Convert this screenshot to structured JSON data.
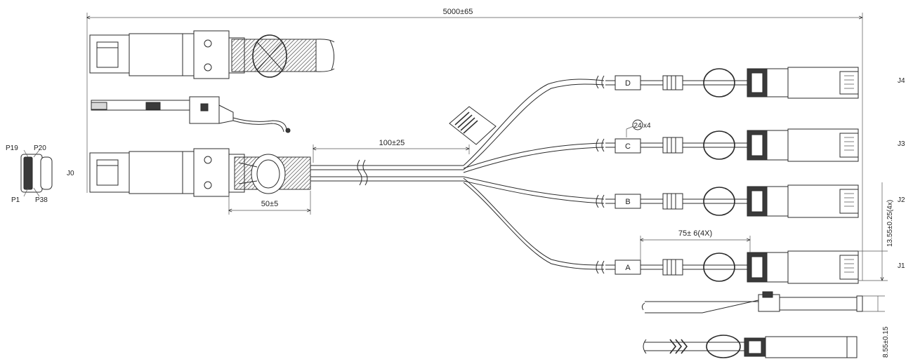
{
  "dimensions": {
    "overall_length": "5000±65",
    "breakout_length": "100±25",
    "boot_length": "50±5",
    "label_offset": "75± 6(4X)",
    "pitch": "13.55±0.25(4x)",
    "height": "8.55±0.15"
  },
  "connectors": {
    "host": "J0",
    "j1": "J1",
    "j2": "J2",
    "j3": "J3",
    "j4": "J4"
  },
  "pins": {
    "p19": "P19",
    "p20": "P20",
    "p1": "P1",
    "p38": "P38"
  },
  "legs": {
    "a": "A",
    "b": "B",
    "c": "C",
    "d": "D"
  },
  "callout": {
    "balloon": "24",
    "qty": "x4"
  }
}
